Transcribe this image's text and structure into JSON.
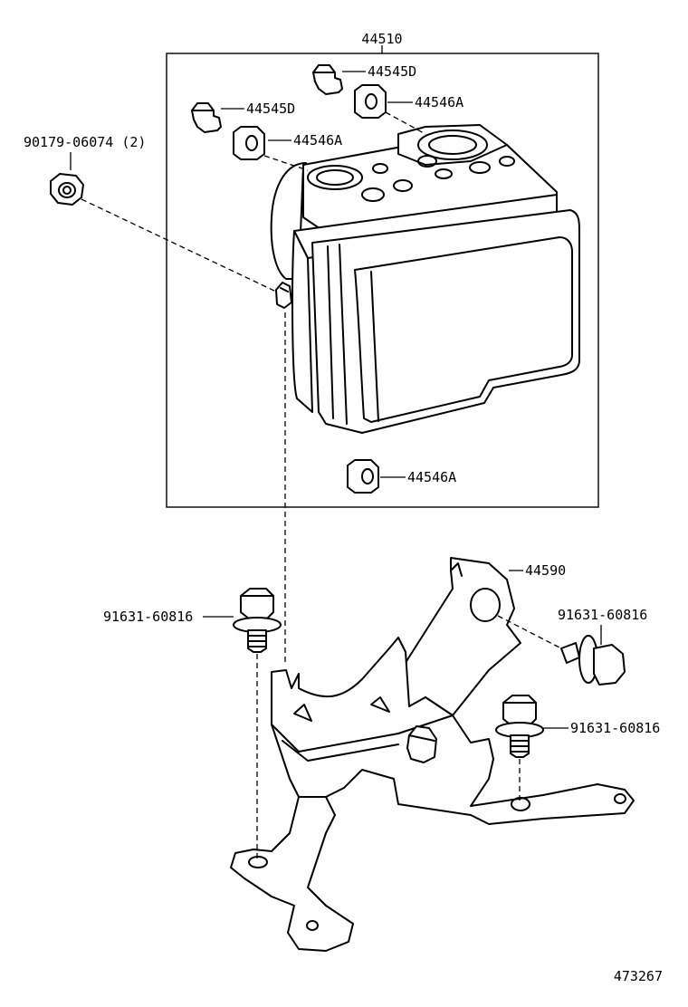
{
  "labels": {
    "assembly": "44510",
    "bolt_top": "44545D",
    "bolt_left": "44545D",
    "cushion_top": "44546A",
    "cushion_left": "44546A",
    "cushion_bottom": "44546A",
    "nut": "90179-06074 (2)",
    "bracket": "44590",
    "bolt_bracket_left": "91631-60816",
    "bolt_bracket_right": "91631-60816",
    "bolt_bracket_lower": "91631-60816"
  },
  "diagram_id": "473267"
}
